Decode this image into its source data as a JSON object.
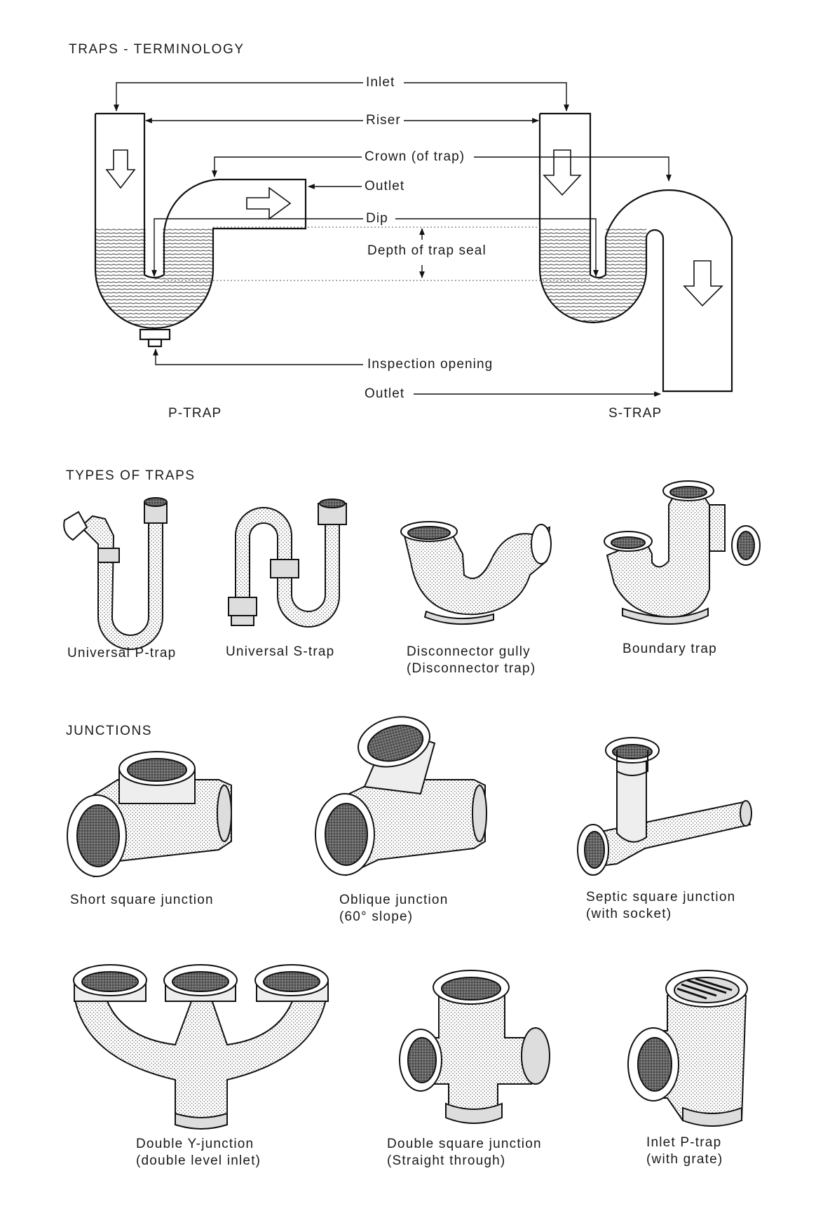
{
  "terminology": {
    "heading": "TRAPS - TERMINOLOGY",
    "labels": {
      "inlet": "Inlet",
      "riser": "Riser",
      "crown": "Crown (of trap)",
      "outlet_p": "Outlet",
      "dip": "Dip",
      "depth": "Depth of trap seal",
      "inspection": "Inspection opening",
      "outlet_s": "Outlet"
    },
    "p_trap": "P-TRAP",
    "s_trap": "S-TRAP"
  },
  "types": {
    "heading": "TYPES OF TRAPS",
    "items": [
      {
        "line1": "Universal P-trap",
        "line2": ""
      },
      {
        "line1": "Universal S-trap",
        "line2": ""
      },
      {
        "line1": "Disconnector gully",
        "line2": "(Disconnector trap)"
      },
      {
        "line1": "Boundary trap",
        "line2": ""
      }
    ]
  },
  "junctions": {
    "heading": "JUNCTIONS",
    "items": [
      {
        "line1": "Short square junction",
        "line2": ""
      },
      {
        "line1": "Oblique junction",
        "line2": "(60° slope)"
      },
      {
        "line1": "Septic square junction",
        "line2": "(with socket)"
      },
      {
        "line1": "Double Y-junction",
        "line2": "(double level inlet)"
      },
      {
        "line1": "Double square junction",
        "line2": "(Straight through)"
      },
      {
        "line1": "Inlet P-trap",
        "line2": "(with grate)"
      }
    ]
  }
}
